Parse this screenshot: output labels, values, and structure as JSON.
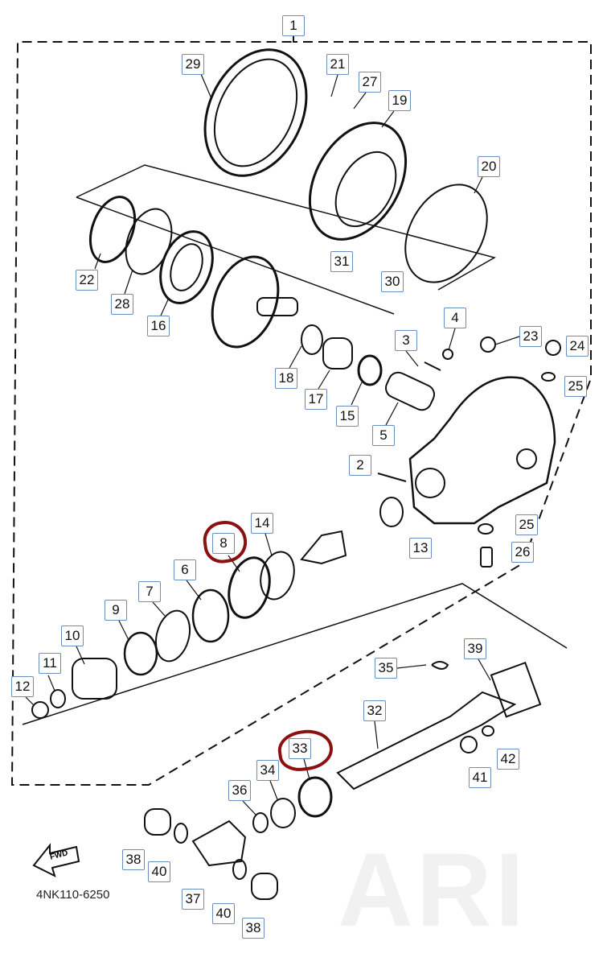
{
  "diagram": {
    "part_code": "4NK110-6250",
    "direction_label": "FWD",
    "watermark": "ARI",
    "callouts": [
      "1",
      "29",
      "21",
      "27",
      "19",
      "20",
      "31",
      "30",
      "22",
      "28",
      "16",
      "4",
      "3",
      "23",
      "24",
      "18",
      "17",
      "15",
      "25",
      "5",
      "2",
      "14",
      "25",
      "8",
      "13",
      "26",
      "6",
      "7",
      "9",
      "10",
      "35",
      "39",
      "11",
      "12",
      "32",
      "33",
      "34",
      "42",
      "36",
      "41",
      "38",
      "40",
      "37",
      "40",
      "38"
    ],
    "highlighted": [
      "8",
      "33"
    ],
    "highlight_color": "#8b1010",
    "callout_border_color": "#6a8fbf"
  }
}
